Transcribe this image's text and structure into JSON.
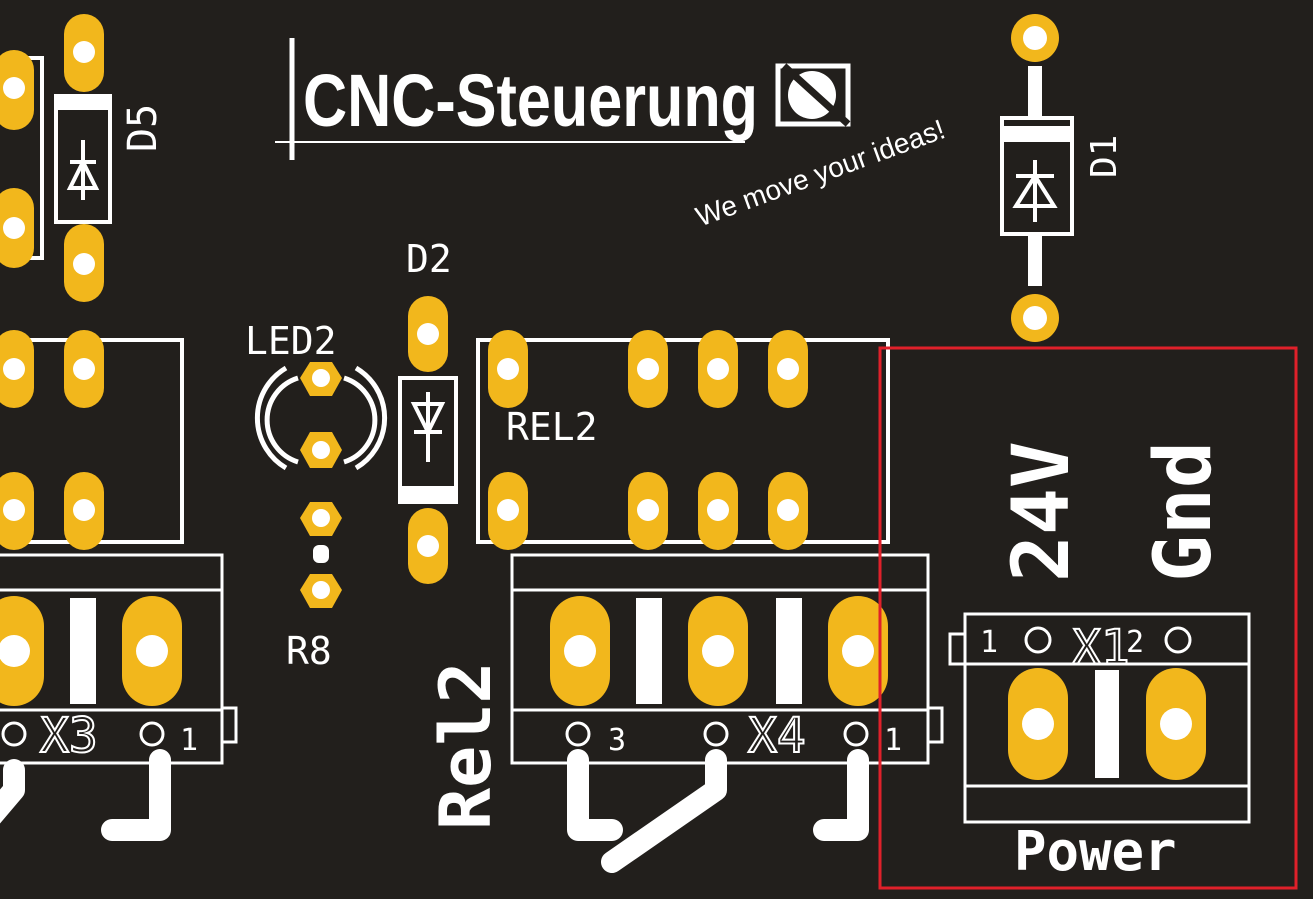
{
  "logo": {
    "title": "CNC-Steuerung",
    "tagline": "We move your ideas!"
  },
  "labels": {
    "d5": "D5",
    "d1": "D1",
    "d2": "D2",
    "led2": "LED2",
    "r8": "R8",
    "rel2_part": "REL2",
    "rel2_big": "Rel2",
    "v24": "24V",
    "gnd": "Gnd",
    "power": "Power",
    "x3": "X3",
    "x4": "X4",
    "x1": "X1"
  },
  "pin_numbers": {
    "x3_pin1": "1",
    "x4_pin3": "3",
    "x4_pin1": "1",
    "x1_pin1": "1",
    "x1_pin2": "2"
  },
  "colors": {
    "board": "#221f1c",
    "pad": "#f2b71c",
    "silkscreen": "#ffffff",
    "selection": "#e0202a"
  }
}
